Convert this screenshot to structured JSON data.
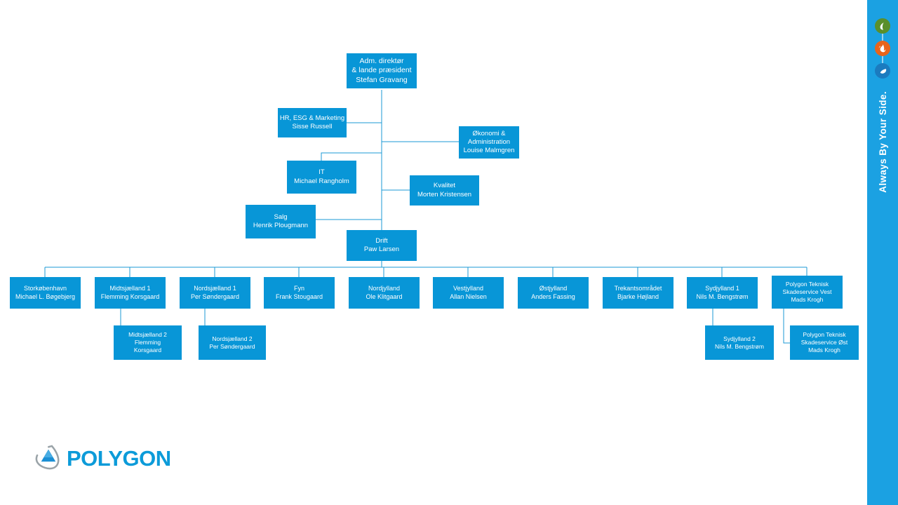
{
  "document": {
    "type": "organizational-chart",
    "title": "Polygon Danmark organisationsdiagram"
  },
  "colors": {
    "node_fill": "#0896D7",
    "node_text": "#FFFFFF",
    "connector": "#1B9AD6",
    "sidebar_bg": "#1BA1E2",
    "logo_blue": "#0C9BD9",
    "icon_green": "#5A8F2B",
    "icon_orange": "#E8641A",
    "icon_blue": "#1B7BBF"
  },
  "chart_data": {
    "type": "diagram",
    "levels": [
      {
        "level": 1,
        "nodes": [
          {
            "id": "ceo",
            "lines": [
              "Adm. direktør",
              "& lande præsident",
              "Stefan Gravang"
            ],
            "title": "Adm. direktør & lande præsident",
            "person": "Stefan Gravang"
          }
        ]
      },
      {
        "level": 2,
        "nodes": [
          {
            "id": "hr",
            "lines": [
              "HR, ESG & Marketing",
              "Sisse Russell"
            ],
            "title": "HR, ESG & Marketing",
            "person": "Sisse Russell"
          },
          {
            "id": "okonomi",
            "lines": [
              "Økonomi &",
              "Administration",
              "Louise Malmgren"
            ],
            "title": "Økonomi & Administration",
            "person": "Louise Malmgren"
          },
          {
            "id": "it",
            "lines": [
              "IT",
              "Michael Rangholm"
            ],
            "title": "IT",
            "person": "Michael Rangholm"
          },
          {
            "id": "kvalitet",
            "lines": [
              "Kvalitet",
              "Morten Kristensen"
            ],
            "title": "Kvalitet",
            "person": "Morten Kristensen"
          },
          {
            "id": "salg",
            "lines": [
              "Salg",
              "Henrik Plougmann"
            ],
            "title": "Salg",
            "person": "Henrik Plougmann"
          },
          {
            "id": "drift",
            "lines": [
              "Drift",
              "Paw Larsen"
            ],
            "title": "Drift",
            "person": "Paw Larsen"
          }
        ]
      },
      {
        "level": 3,
        "parent": "drift",
        "nodes": [
          {
            "id": "storkobenhavn",
            "lines": [
              "Storkøbenhavn",
              "Michael L. Bøgebjerg"
            ],
            "title": "Storkøbenhavn",
            "person": "Michael L. Bøgebjerg"
          },
          {
            "id": "midtsjaelland1",
            "lines": [
              "Midtsjælland 1",
              "Flemming  Korsgaard"
            ],
            "title": "Midtsjælland 1",
            "person": "Flemming Korsgaard"
          },
          {
            "id": "nordsjaelland1",
            "lines": [
              "Nordsjælland 1",
              "Per Søndergaard"
            ],
            "title": "Nordsjælland 1",
            "person": "Per Søndergaard"
          },
          {
            "id": "fyn",
            "lines": [
              "Fyn",
              "Frank Stougaard"
            ],
            "title": "Fyn",
            "person": "Frank Stougaard"
          },
          {
            "id": "nordjylland",
            "lines": [
              "Nordjylland",
              "Ole Klitgaard"
            ],
            "title": "Nordjylland",
            "person": "Ole Klitgaard"
          },
          {
            "id": "vestjylland",
            "lines": [
              "Vestjylland",
              "Allan Nielsen"
            ],
            "title": "Vestjylland",
            "person": "Allan Nielsen"
          },
          {
            "id": "ostjylland",
            "lines": [
              "Østjylland",
              "Anders Fassing"
            ],
            "title": "Østjylland",
            "person": "Anders Fassing"
          },
          {
            "id": "trekantsomradet",
            "lines": [
              "Trekantsområdet",
              "Bjarke Højland"
            ],
            "title": "Trekantsområdet",
            "person": "Bjarke Højland"
          },
          {
            "id": "sydjylland1",
            "lines": [
              "Sydjylland 1",
              "Nils M. Bengstrøm"
            ],
            "title": "Sydjylland 1",
            "person": "Nils M. Bengstrøm"
          },
          {
            "id": "ptsvest",
            "lines": [
              "Polygon Teknisk",
              "Skadeservice Vest",
              "Mads Krogh"
            ],
            "title": "Polygon Teknisk Skadeservice Vest",
            "person": "Mads Krogh"
          }
        ]
      },
      {
        "level": 4,
        "nodes": [
          {
            "id": "midtsjaelland2",
            "parent": "midtsjaelland1",
            "lines": [
              "Midtsjælland 2",
              "Flemming",
              "Korsgaard"
            ],
            "title": "Midtsjælland 2",
            "person": "Flemming Korsgaard"
          },
          {
            "id": "nordsjaelland2",
            "parent": "nordsjaelland1",
            "lines": [
              "Nordsjælland 2",
              "Per Søndergaard"
            ],
            "title": "Nordsjælland 2",
            "person": "Per Søndergaard"
          },
          {
            "id": "sydjylland2",
            "parent": "sydjylland1",
            "lines": [
              "Sydjylland 2",
              "Nils M. Bengstrøm"
            ],
            "title": "Sydjylland 2",
            "person": "Nils M. Bengstrøm"
          },
          {
            "id": "ptsost",
            "parent": "ptsvest",
            "lines": [
              "Polygon Teknisk",
              "Skadeservice Øst",
              "Mads Krogh"
            ],
            "title": "Polygon Teknisk Skadeservice Øst",
            "person": "Mads Krogh"
          }
        ]
      }
    ]
  },
  "sidebar": {
    "tagline": "Always By Your Side.",
    "icons": [
      {
        "name": "humidity-leaf-icon",
        "color": "#5A8F2B"
      },
      {
        "name": "fire-icon",
        "color": "#E8641A"
      },
      {
        "name": "water-drop-icon",
        "color": "#1B7BBF"
      }
    ]
  },
  "logo": {
    "wordmark": "POLYGON",
    "icon": "polygon-triangle-drop-icon"
  }
}
